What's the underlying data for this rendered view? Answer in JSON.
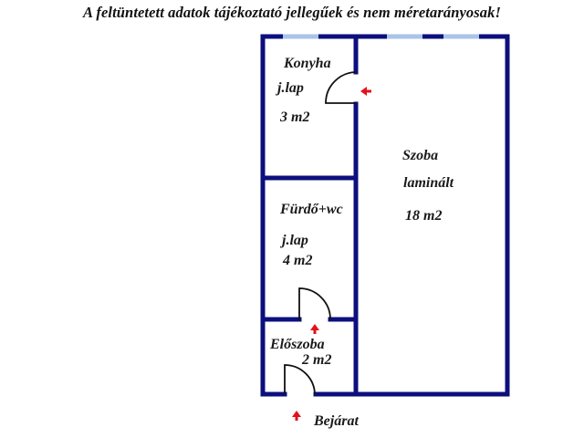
{
  "header": {
    "title": "A feltüntetett adatok tájékoztató jellegűek és nem méretarányosak!"
  },
  "colors": {
    "wall": "#0c0f7d",
    "window": "#a9c4e8",
    "door": "#111111",
    "arrow": "#e3121b",
    "text": "#1a1a1a"
  },
  "rooms": [
    {
      "name": "Konyha",
      "floor": "j.lap",
      "area": "3 m2"
    },
    {
      "name": "Szoba",
      "floor": "laminált",
      "area": "18 m2"
    },
    {
      "name": "Fürdő+wc",
      "floor": "j.lap",
      "area": "4 m2"
    },
    {
      "name": "Előszoba",
      "area": "2 m2"
    }
  ],
  "entrance": {
    "label": "Bejárat"
  }
}
